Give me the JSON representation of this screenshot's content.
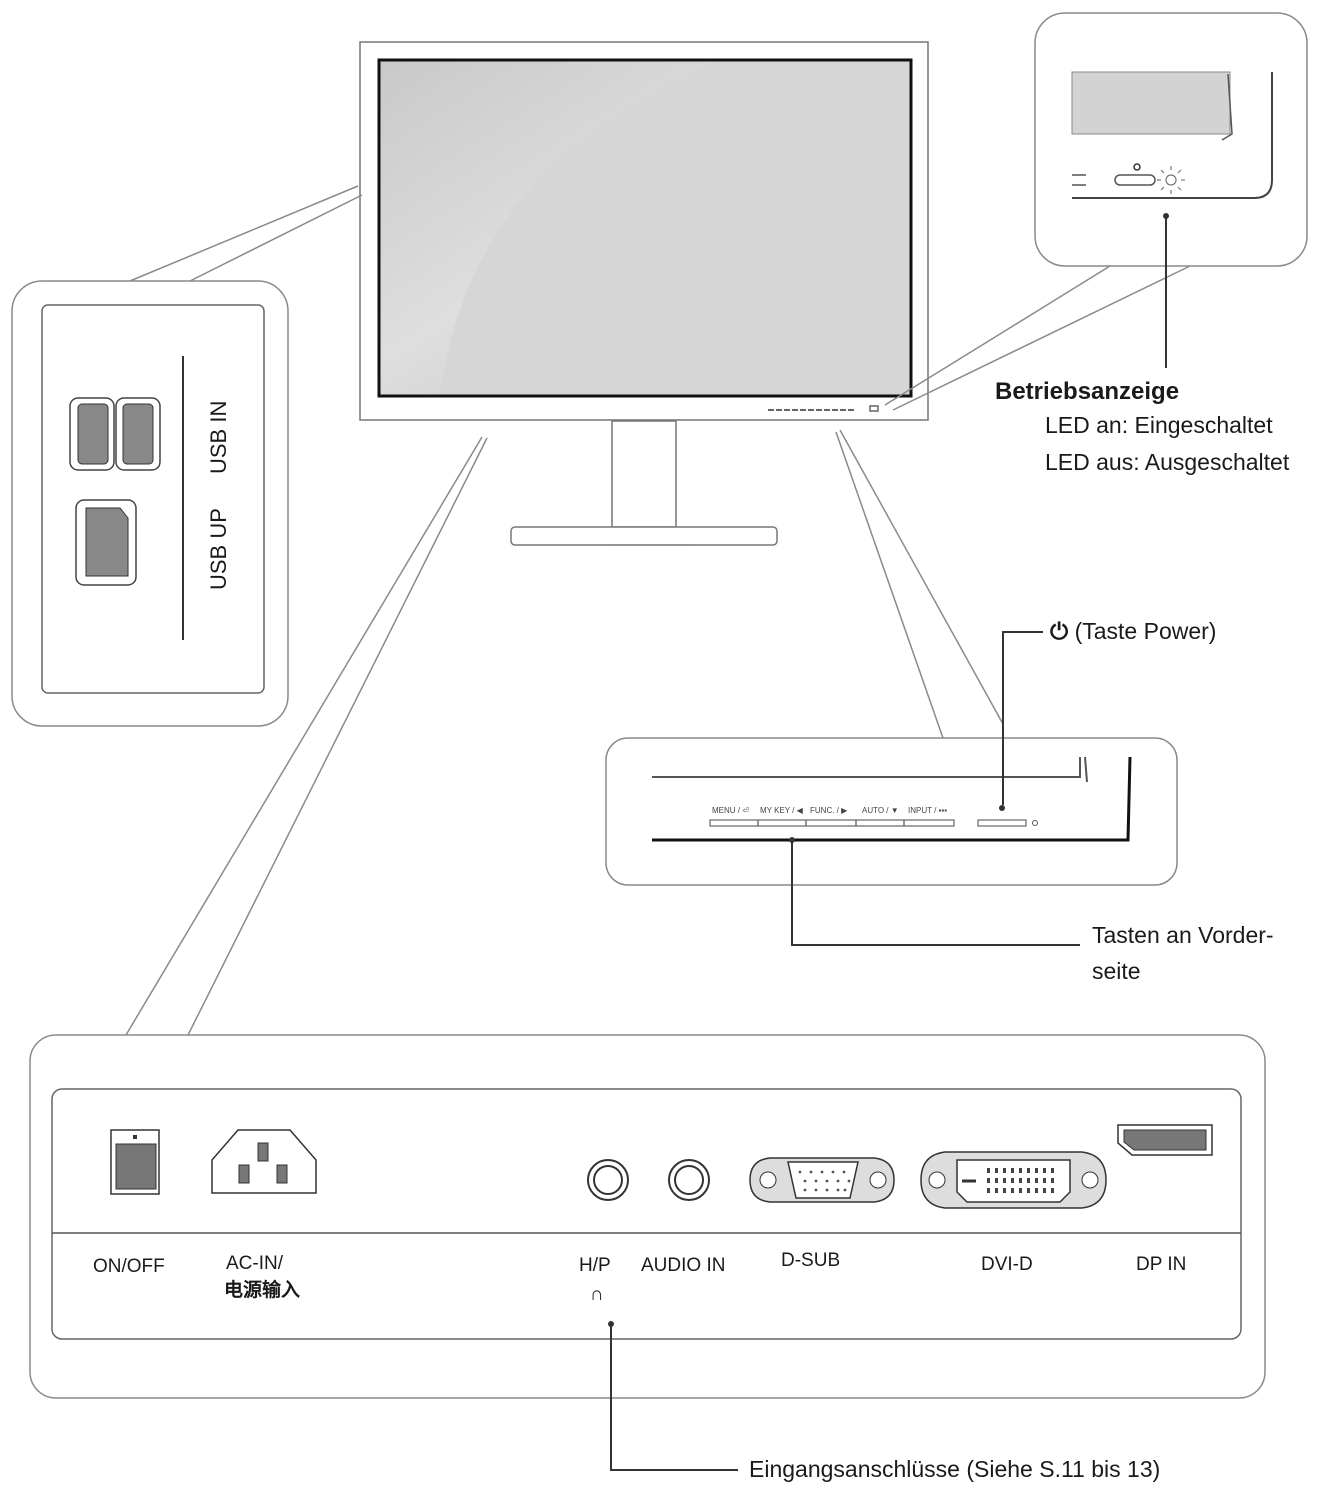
{
  "usb": {
    "in": "USB IN",
    "up": "USB UP"
  },
  "power_indicator": {
    "title": "Betriebsanzeige",
    "led_on": "LED an: Eingeschaltet",
    "led_off": "LED aus: Ausgeschaltet"
  },
  "power_button": {
    "label": "(Taste Power)"
  },
  "front_buttons": {
    "label_line1": "Tasten an Vorder-",
    "label_line2": "seite",
    "keys": [
      "MENU / ⏎",
      "MY KEY / ◀",
      "FUNC. / ▶",
      "AUTO / ▼",
      "INPUT / ▪▪▪"
    ]
  },
  "ports": {
    "on_off": "ON/OFF",
    "ac_in_line1": "AC-IN/",
    "ac_in_line2": "电源输入",
    "hp": "H/P",
    "audio_in": "AUDIO IN",
    "dsub": "D-SUB",
    "dvid": "DVI-D",
    "dp_in": "DP IN"
  },
  "input_connectors": {
    "label": "Eingangsanschlüsse (Siehe S.11 bis 13)"
  },
  "colors": {
    "line": "#555555",
    "frame": "#8a8a8a",
    "accent_dot": "#c0003a"
  }
}
